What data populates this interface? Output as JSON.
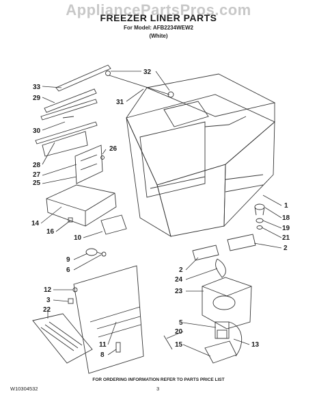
{
  "watermark": "AppliancePartsPros.com",
  "header": {
    "title": "FREEZER LINER PARTS",
    "model_line": "For Model: AFB2234WEW2",
    "color": "(White)"
  },
  "callouts": [
    "33",
    "32",
    "29",
    "31",
    "30",
    "28",
    "26",
    "27",
    "25",
    "1",
    "14",
    "18",
    "16",
    "19",
    "10",
    "21",
    "2",
    "9",
    "6",
    "2",
    "24",
    "12",
    "23",
    "3",
    "22",
    "5",
    "20",
    "11",
    "13",
    "8",
    "15"
  ],
  "footer": {
    "order_info": "FOR ORDERING INFORMATION REFER TO PARTS PRICE LIST",
    "doc_number": "W10304532",
    "page_number": "3"
  }
}
